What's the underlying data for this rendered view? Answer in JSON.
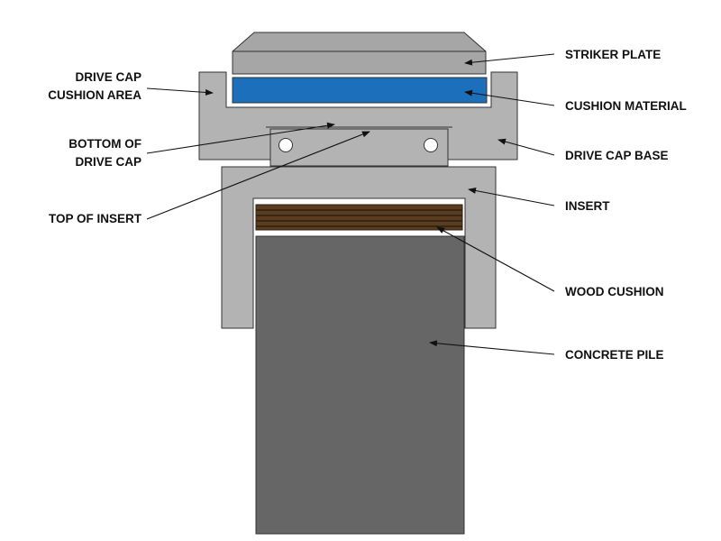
{
  "labels": {
    "striker_plate": "STRIKER PLATE",
    "cushion_material": "CUSHION MATERIAL",
    "drive_cap_base": "DRIVE CAP BASE",
    "insert": "INSERT",
    "wood_cushion": "WOOD CUSHION",
    "concrete_pile": "CONCRETE PILE",
    "drive_cap_cushion_area_line1": "DRIVE CAP",
    "drive_cap_cushion_area_line2": "CUSHION AREA",
    "bottom_of_drive_cap_line1": "BOTTOM OF",
    "bottom_of_drive_cap_line2": "DRIVE CAP",
    "top_of_insert": "TOP OF INSERT"
  },
  "colors": {
    "striker_plate": "#a6a6a6",
    "cushion_material": "#1c6fba",
    "drive_cap_base": "#b3b3b3",
    "insert": "#b3b3b3",
    "wood_cushion": "#5a3c20",
    "wood_grain": "#2e1e0e",
    "concrete_pile": "#666666",
    "outline": "#333333",
    "leader": "#111111"
  }
}
